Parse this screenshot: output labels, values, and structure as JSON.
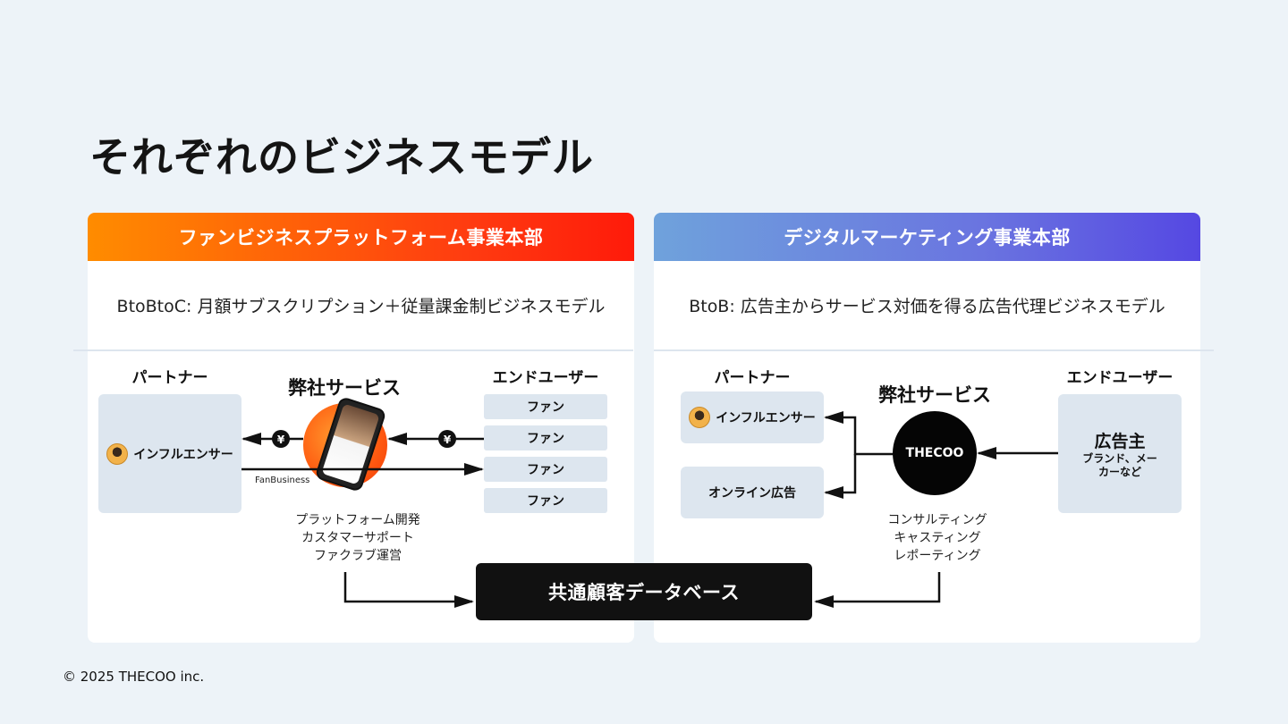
{
  "title": "それぞれのビジネスモデル",
  "left_card": {
    "header": "ファンビジネスプラットフォーム事業本部",
    "subtitle": "BtoBtoC: 月額サブスクリプション＋従量課金制ビジネスモデル",
    "partner_label": "パートナー",
    "service_label": "弊社サービス",
    "enduser_label": "エンドユーザー",
    "partner_box": "インフルエンサー",
    "fans": [
      "ファン",
      "ファン",
      "ファン",
      "ファン"
    ],
    "yen_symbol": "¥",
    "fanbusiness_label": "FanBusiness",
    "service_items": [
      "プラットフォーム開発",
      "カスタマーサポート",
      "ファクラブ運営"
    ]
  },
  "right_card": {
    "header": "デジタルマーケティング事業本部",
    "subtitle": "BtoB: 広告主からサービス対価を得る広告代理ビジネスモデル",
    "partner_label": "パートナー",
    "service_label": "弊社サービス",
    "enduser_label": "エンドユーザー",
    "partner_influencer": "インフルエンサー",
    "partner_online": "オンライン広告",
    "company": "THECOO",
    "advertiser_title": "広告主",
    "advertiser_sub": "ブランド、メー\nカーなど",
    "service_items": [
      "コンサルティング",
      "キャスティング",
      "レポーティング"
    ]
  },
  "database": "共通顧客データベース",
  "copyright": "© 2025 THECOO inc.",
  "colors": {
    "left_header_start": "#ff8c00",
    "left_header_end": "#ff1a0a",
    "right_header_start": "#6fa2dc",
    "right_header_end": "#5548e2",
    "background": "#edf3f8",
    "box": "#dde6ef"
  }
}
